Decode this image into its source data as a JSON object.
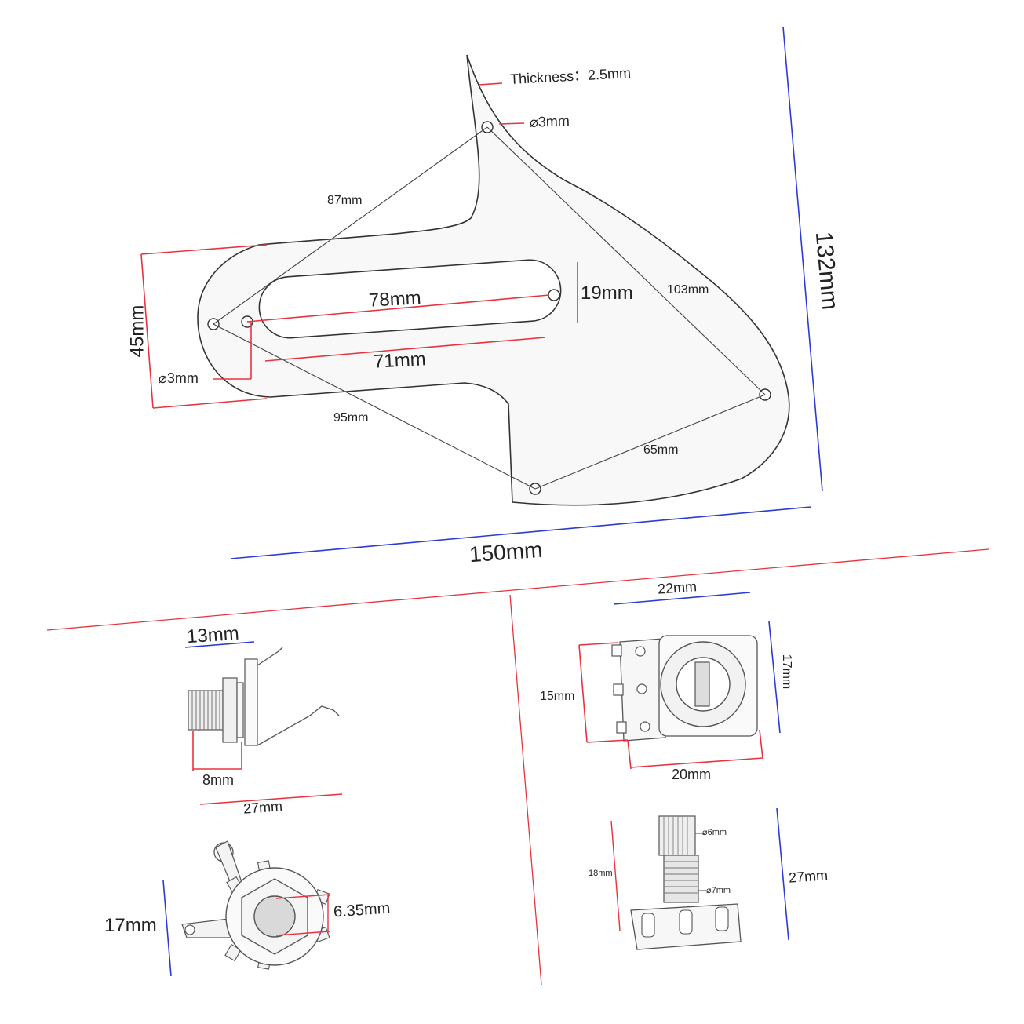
{
  "colors": {
    "red_dimension": "#e8333f",
    "blue_dimension": "#2b3bd6",
    "outline": "#333333",
    "fill": "#f8f8f8"
  },
  "pickguard": {
    "thickness": "Thickness：2.5mm",
    "hole_top": "⌀3mm",
    "hole_left": "⌀3mm",
    "dist_87": "87mm",
    "dist_103": "103mm",
    "dist_95": "95mm",
    "dist_65": "65mm",
    "slot_78": "78mm",
    "slot_71": "71mm",
    "slot_19": "19mm",
    "height_45": "45mm",
    "height_132": "132mm",
    "width_150": "150mm"
  },
  "jack": {
    "width_13": "13mm",
    "thread_8": "8mm",
    "length_27": "27mm",
    "height_17": "17mm",
    "hole_635": "6.35mm"
  },
  "pot": {
    "width_22": "22mm",
    "height_15": "15mm",
    "height_17": "17mm",
    "width_20": "20mm",
    "shaft_6": "⌀6mm",
    "thread_7": "⌀7mm",
    "length_18": "18mm",
    "length_27": "27mm"
  }
}
